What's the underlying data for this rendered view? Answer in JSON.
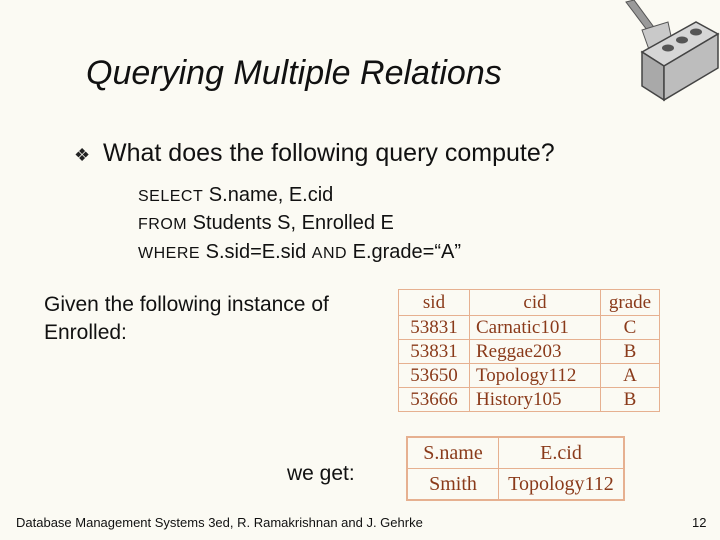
{
  "slide": {
    "title": "Querying Multiple Relations",
    "bullet_glyph": "❖",
    "bullet_text": "What does the following query compute?",
    "query": {
      "select_kw": "SELECT",
      "select_rest": " S.name, E.cid",
      "from_kw": "FROM",
      "from_rest": " Students S, Enrolled E",
      "where_kw": "WHERE",
      "where_rest1": " S.sid=E.sid ",
      "and_kw": "AND",
      "where_rest2": " E.grade=“A”"
    },
    "given_text": "Given the following instance of Enrolled:",
    "we_get_text": "we get:",
    "footer": "Database Management Systems 3ed,  R. Ramakrishnan and J. Gehrke",
    "page_number": "12"
  },
  "enrolled": {
    "headers": [
      "sid",
      "cid",
      "grade"
    ],
    "rows": [
      [
        "53831",
        "Carnatic101",
        "C"
      ],
      [
        "53831",
        "Reggae203",
        "B"
      ],
      [
        "53650",
        "Topology112",
        "A"
      ],
      [
        "53666",
        "History105",
        "B"
      ]
    ]
  },
  "result": {
    "headers": [
      "S.name",
      "E.cid"
    ],
    "rows": [
      [
        "Smith",
        "Topology112"
      ]
    ]
  },
  "colors": {
    "background": "#fbfaf3",
    "table_text": "#8a3a1a",
    "table_border": "#e6b090"
  },
  "icons": {
    "logo": "brick-and-trowel-icon"
  }
}
